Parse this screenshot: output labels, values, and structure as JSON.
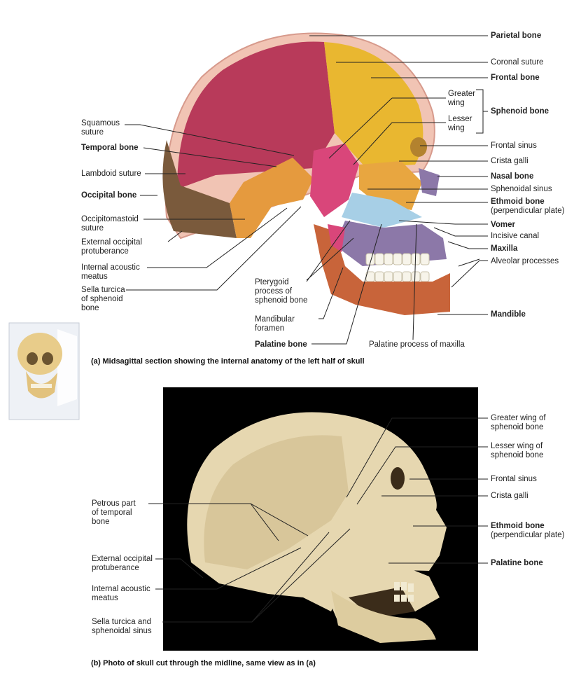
{
  "panel_a": {
    "labels_right": {
      "parietal": "Parietal bone",
      "coronal": "Coronal suture",
      "frontal": "Frontal bone",
      "greater_wing": [
        "Greater",
        "wing"
      ],
      "lesser_wing": [
        "Lesser",
        "wing"
      ],
      "sphenoid": "Sphenoid bone",
      "frontal_sinus": "Frontal sinus",
      "crista_galli": "Crista galli",
      "nasal": "Nasal bone",
      "sphenoidal_sinus": "Sphenoidal sinus",
      "ethmoid": "Ethmoid bone",
      "ethmoid_sub": "(perpendicular plate)",
      "vomer": "Vomer",
      "incisive_canal": "Incisive canal",
      "maxilla": "Maxilla",
      "alveolar": "Alveolar processes",
      "mandible": "Mandible"
    },
    "labels_left": {
      "squamous": [
        "Squamous",
        "suture"
      ],
      "temporal": "Temporal bone",
      "lambdoid": "Lambdoid suture",
      "occipital": "Occipital bone",
      "occipitomastoid": [
        "Occipitomastoid",
        "suture"
      ],
      "ext_occipital": [
        "External occipital",
        "protuberance"
      ],
      "int_acoustic": [
        "Internal acoustic",
        "meatus"
      ],
      "sella": [
        "Sella turcica",
        "of sphenoid",
        "bone"
      ]
    },
    "labels_bottom": {
      "pterygoid": [
        "Pterygoid",
        "process of",
        "sphenoid bone"
      ],
      "mandibular_foramen": [
        "Mandibular",
        "foramen"
      ],
      "palatine": "Palatine bone",
      "palatine_process": "Palatine process of maxilla"
    },
    "caption": "(a)  Midsagittal section showing the internal anatomy of the left half of skull"
  },
  "panel_b": {
    "labels_right": {
      "greater_wing": [
        "Greater wing of",
        "sphenoid bone"
      ],
      "lesser_wing": [
        "Lesser wing of",
        "sphenoid bone"
      ],
      "frontal_sinus": "Frontal sinus",
      "crista_galli": "Crista galli",
      "ethmoid": "Ethmoid bone",
      "ethmoid_sub": "(perpendicular plate)",
      "palatine": "Palatine bone"
    },
    "labels_left": {
      "petrous": [
        "Petrous part",
        "of temporal",
        "bone"
      ],
      "ext_occipital": [
        "External occipital",
        "protuberance"
      ],
      "int_acoustic": [
        "Internal acoustic",
        "meatus"
      ],
      "sella": [
        "Sella turcica and",
        "sphenoidal sinus"
      ]
    },
    "caption": "(b)  Photo of skull cut through the midline, same view as in (a)"
  },
  "colors": {
    "parietal": "#b83a5a",
    "frontal": "#e9b730",
    "temporal": "#e59a3e",
    "occipital": "#7a5a3c",
    "sphenoid": "#d9467a",
    "ethmoid": "#e8a640",
    "vomer": "#a7cfe6",
    "maxilla": "#8c78a8",
    "mandible": "#c8643a",
    "bone_photo": "#e6d7b0",
    "line": "#222222"
  }
}
